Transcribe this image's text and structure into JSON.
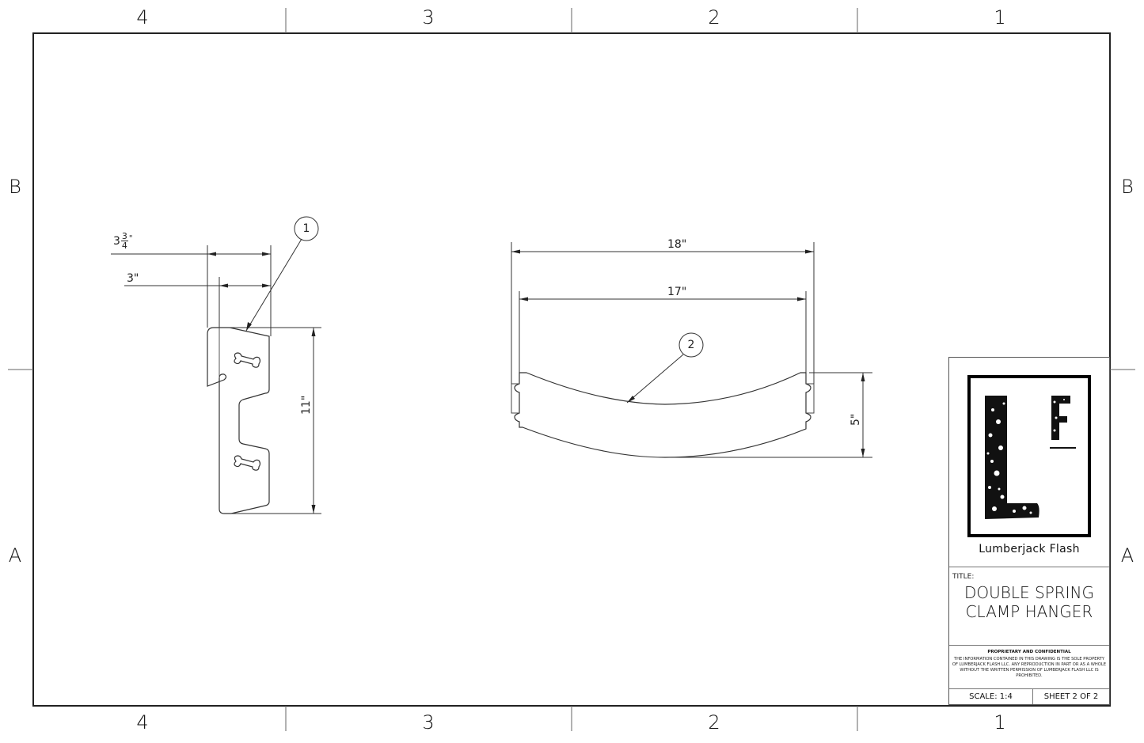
{
  "drawing": {
    "zones": {
      "columns": [
        "4",
        "3",
        "2",
        "1"
      ],
      "rows": [
        "B",
        "A"
      ]
    },
    "part_1": {
      "balloon": "1",
      "dimensions": {
        "overall_width_whole": "3",
        "overall_width_frac_num": "3",
        "overall_width_frac_den": "4",
        "overall_width_unit": "\"",
        "inner_width": "3\"",
        "height": "11\""
      }
    },
    "part_2": {
      "balloon": "2",
      "dimensions": {
        "overall_width": "18\"",
        "inner_width": "17\"",
        "height": "5\""
      }
    }
  },
  "title_block": {
    "company": "Lumberjack Flash",
    "logo_letters": "LF",
    "title_label": "TITLE:",
    "title_line1": "DOUBLE SPRING",
    "title_line2": "CLAMP HANGER",
    "proprietary_heading": "PROPRIETARY AND CONFIDENTIAL",
    "proprietary_text": "THE INFORMATION CONTAINED IN THIS DRAWING IS THE SOLE PROPERTY OF LUMBERJACK FLASH LLC.  ANY REPRODUCTION IN PART OR AS A WHOLE WITHOUT THE WRITTEN PERMISSION OF LUMBERJACK FLASH LLC IS PROHIBITED.",
    "scale": "SCALE: 1:4",
    "sheet": "SHEET 2 OF 2"
  }
}
